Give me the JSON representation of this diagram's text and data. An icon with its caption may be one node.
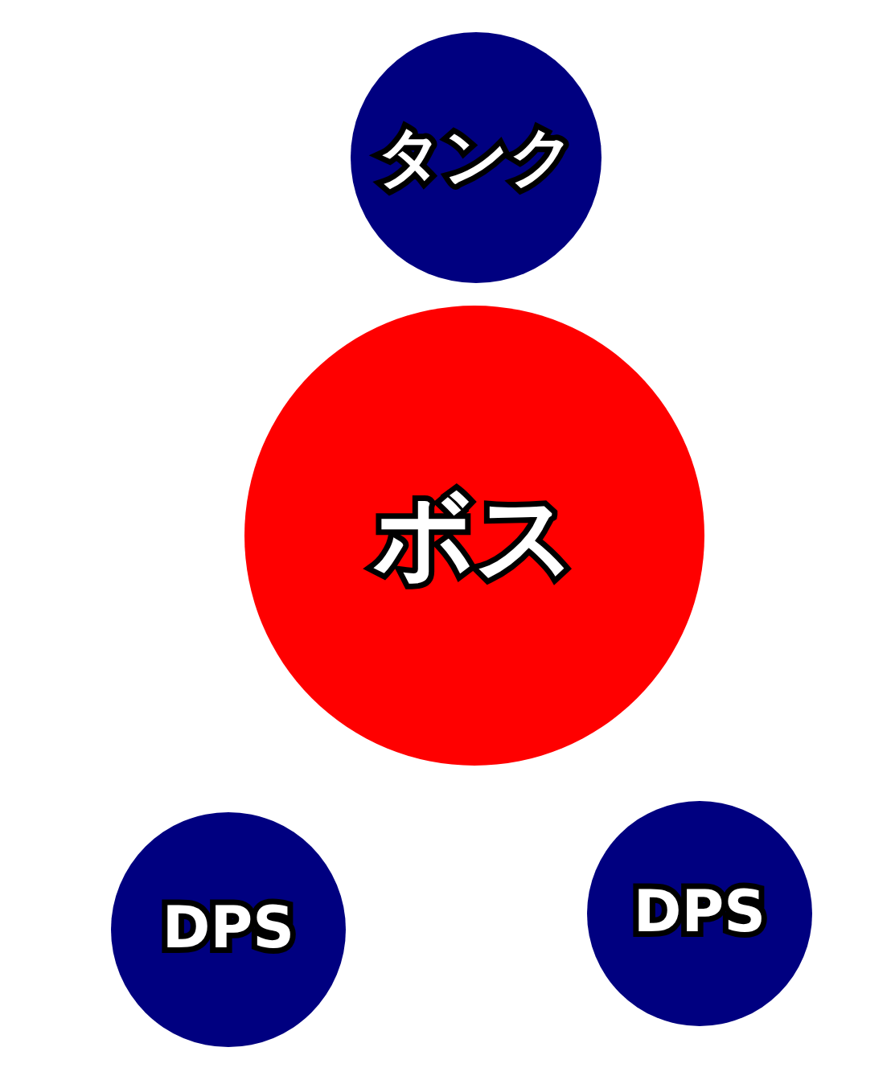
{
  "diagram": {
    "nodes": [
      {
        "text": [
          "タンク"
        ]
      },
      {
        "text": [
          "ボス"
        ]
      },
      {
        "text": [
          "DPS"
        ]
      },
      {
        "text": [
          "DPS"
        ]
      }
    ]
  }
}
